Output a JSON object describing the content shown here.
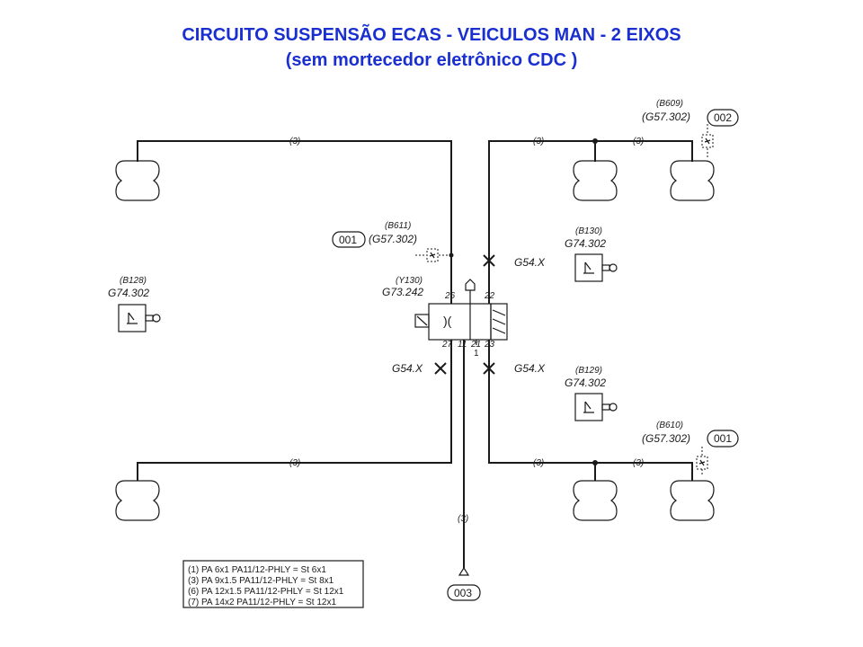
{
  "title": {
    "line1": "CIRCUITO SUSPENSÃO ECAS  - VEICULOS MAN - 2 EIXOS",
    "line2": "(sem mortecedor eletrônico CDC )"
  },
  "colors": {
    "title": "#1a2fd0",
    "lines": "#1a1a1a"
  },
  "pipe_label": "(3)",
  "valve": {
    "ref": "(Y130)",
    "code": "G73.242",
    "port_26": "26",
    "port_22": "22",
    "port_27": "27",
    "port_11": "11",
    "port_21": "21",
    "port_23": "23",
    "port_1": "1",
    "symbol": ")("
  },
  "sensor_b611": {
    "ref": "(B611)",
    "code": "(G57.302)",
    "tag": "001"
  },
  "sensor_b609": {
    "ref": "(B609)",
    "code": "(G57.302)",
    "tag": "002"
  },
  "sensor_b610": {
    "ref": "(B610)",
    "code": "(G57.302)",
    "tag": "001"
  },
  "height_b128": {
    "ref": "(B128)",
    "code": "G74.302"
  },
  "height_b130": {
    "ref": "(B130)",
    "code": "G74.302"
  },
  "height_b129": {
    "ref": "(B129)",
    "code": "G74.302"
  },
  "test_point": "G54.X",
  "supply_tag": "003",
  "legend": [
    "(1)  PA   6x1      PA11/12-PHLY = St   6x1",
    "(3)  PA   9x1.5   PA11/12-PHLY = St   8x1",
    "(6)  PA 12x1.5   PA11/12-PHLY = St 12x1",
    "(7)  PA 14x2      PA11/12-PHLY = St 12x1"
  ]
}
